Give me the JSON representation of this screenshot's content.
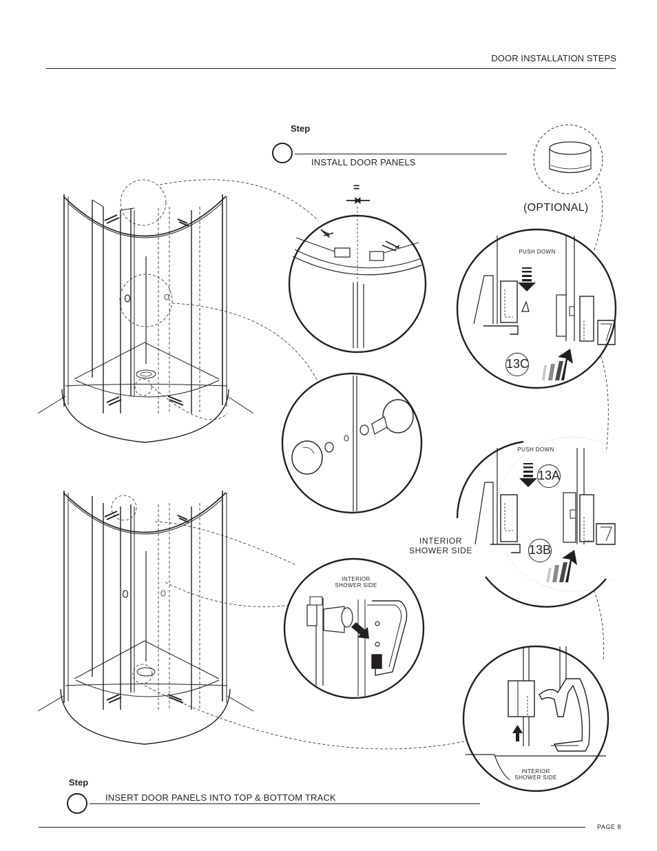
{
  "header": {
    "title": "DOOR INSTALLATION STEPS"
  },
  "footer": {
    "page_label": "PAGE 8"
  },
  "step_top": {
    "word": "Step",
    "instruction": "INSTALL DOOR PANELS"
  },
  "step_bottom": {
    "word": "Step",
    "instruction": "INSERT DOOR PANELS INTO TOP & BOTTOM TRACK"
  },
  "labels": {
    "optional": "(OPTIONAL)",
    "push_down_1": "PUSH DOWN",
    "push_down_2": "PUSH DOWN",
    "interior_side_large_line1": "INTERIOR",
    "interior_side_large_line2": "SHOWER SIDE",
    "interior_side_detail_line1": "INTERIOR",
    "interior_side_detail_line2": "SHOWER SIDE",
    "interior_side_bottom_line1": "INTERIOR",
    "interior_side_bottom_line2": "SHOWER SIDE",
    "equals_sign": "="
  },
  "callouts": {
    "c13c": "13C",
    "c13a": "13A",
    "c13b": "13B"
  }
}
